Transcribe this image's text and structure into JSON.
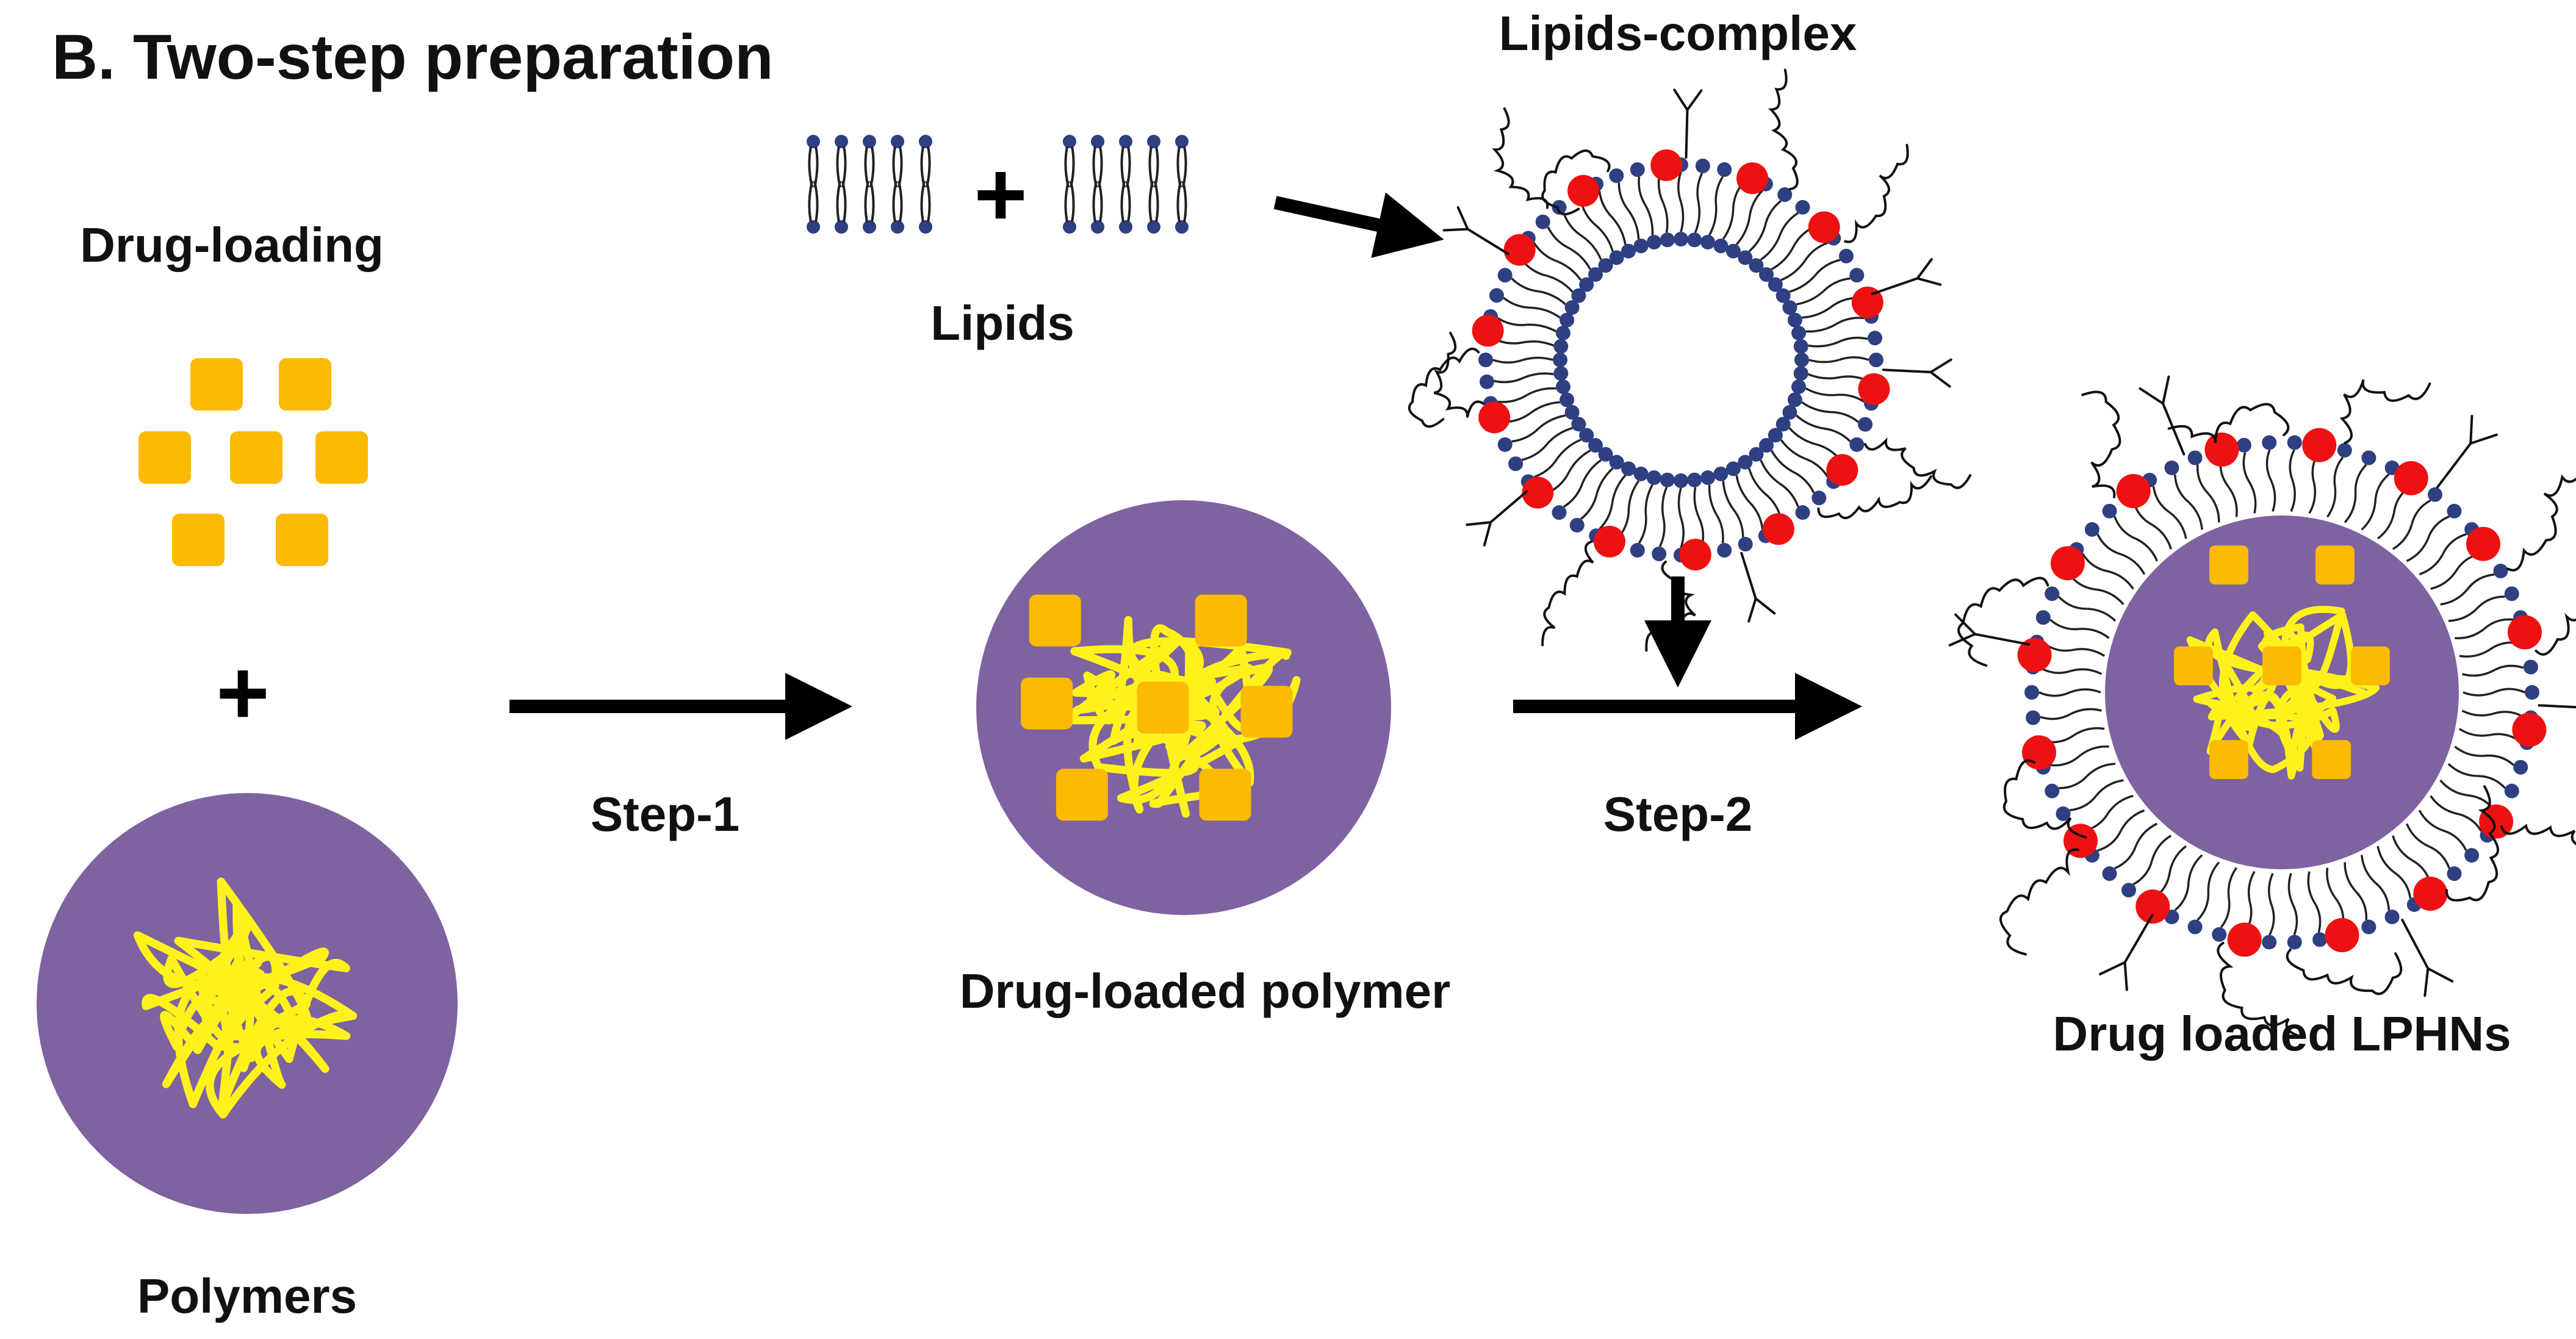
{
  "title": "B. Two-step preparation",
  "labels": {
    "drug_loading": "Drug-loading",
    "polymers": "Polymers",
    "lipids": "Lipids",
    "lipids_complex": "Lipids-complex",
    "step1": "Step-1",
    "step2": "Step-2",
    "drug_loaded_polymer": "Drug-loaded polymer",
    "drug_loaded_lphns": "Drug loaded LPHNs"
  },
  "symbols": {
    "plus": "+"
  },
  "colors": {
    "drug": "#fcba03",
    "polymer_core": "#7e63a0",
    "polymer_strand": "#fff21a",
    "lipid_head": "#2e3f82",
    "lipid_tail": "#222222",
    "ligand_red": "#ee1111",
    "arrow": "#000000"
  },
  "icons": [
    "drug-particle-icon",
    "polymer-sphere-icon",
    "lipid-bilayer-icon",
    "liposome-icon",
    "lphn-nanoparticle-icon"
  ]
}
